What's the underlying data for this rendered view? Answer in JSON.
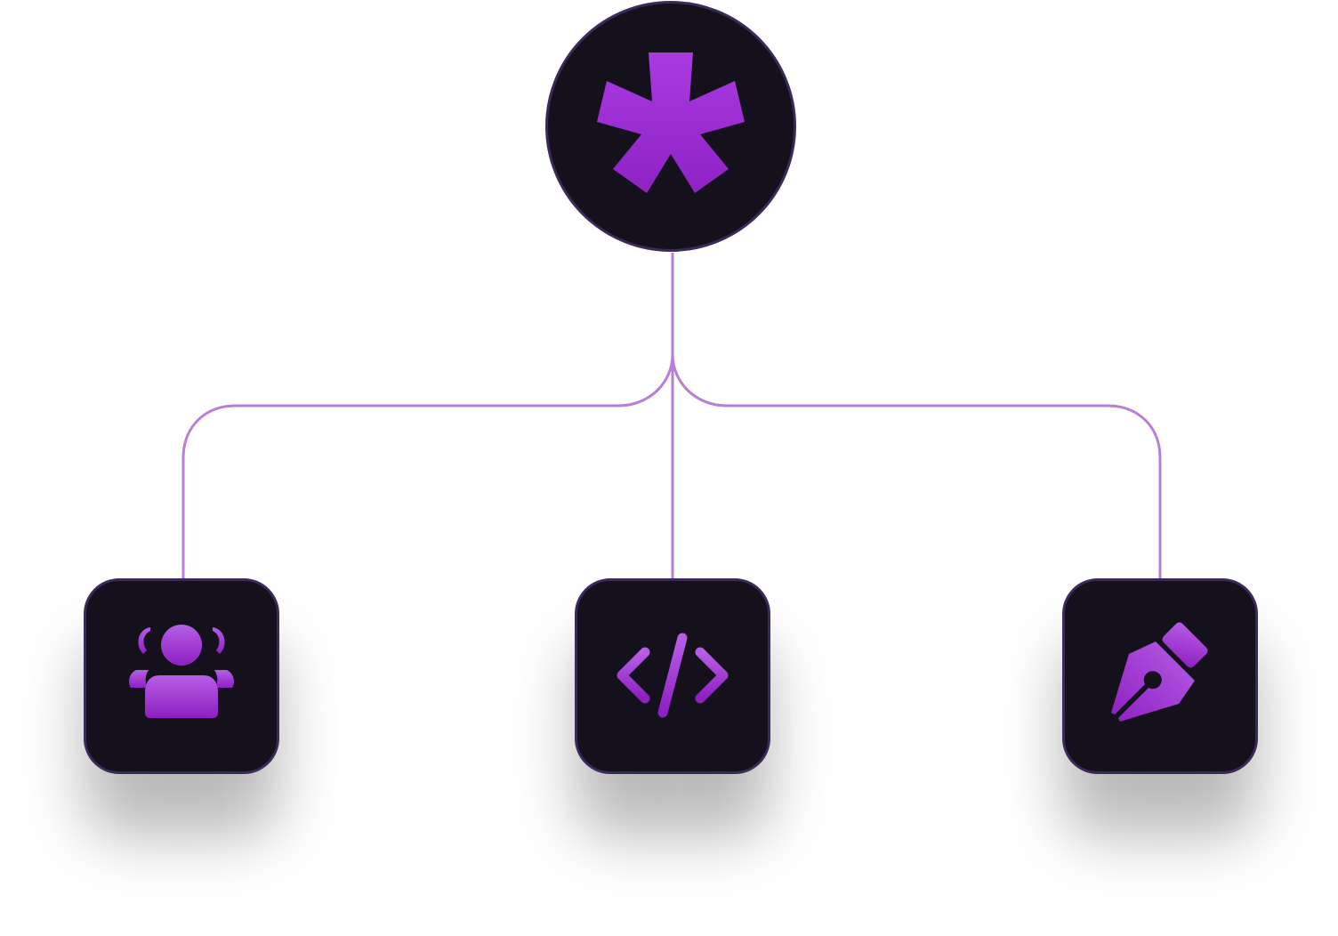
{
  "diagram": {
    "hub": {
      "icon": "asterisk-icon"
    },
    "nodes": [
      {
        "id": "team",
        "icon": "users-group-icon"
      },
      {
        "id": "code",
        "icon": "code-brackets-icon"
      },
      {
        "id": "design",
        "icon": "pen-nib-icon"
      }
    ]
  },
  "colors": {
    "background": "#ffffff",
    "node_fill": "#14101c",
    "node_border": "#3a2a5a",
    "connector": "#b77fd6",
    "accent": "#9b30d0",
    "accent_light": "#b45be6"
  }
}
